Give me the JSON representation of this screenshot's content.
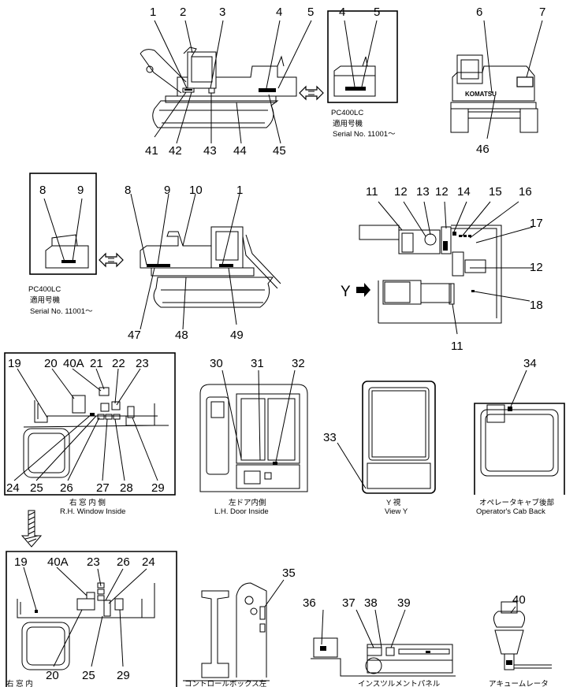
{
  "callouts": {
    "c1": "1",
    "c2": "2",
    "c3": "3",
    "c4": "4",
    "c5": "5",
    "c4b": "4",
    "c5b": "5",
    "c6": "6",
    "c7": "7",
    "c41": "41",
    "c42": "42",
    "c43": "43",
    "c44": "44",
    "c45": "45",
    "c46": "46",
    "c8": "8",
    "c9": "9",
    "c8b": "8",
    "c9b": "9",
    "c10": "10",
    "c1b": "1",
    "c47": "47",
    "c48": "48",
    "c49": "49",
    "c11": "11",
    "c12": "12",
    "c13": "13",
    "c12b": "12",
    "c14": "14",
    "c15": "15",
    "c16": "16",
    "c17": "17",
    "c12c": "12",
    "c18": "18",
    "c11b": "11",
    "c19": "19",
    "c20": "20",
    "c40a": "40A",
    "c21": "21",
    "c22": "22",
    "c23": "23",
    "c24": "24",
    "c25": "25",
    "c26": "26",
    "c27": "27",
    "c28": "28",
    "c29": "29",
    "c30": "30",
    "c31": "31",
    "c32": "32",
    "c33": "33",
    "c34": "34",
    "c19b": "19",
    "c40ab": "40A",
    "c23b": "23",
    "c26b": "26",
    "c24b": "24",
    "c20b": "20",
    "c25b": "25",
    "c29b": "29",
    "c35": "35",
    "c36": "36",
    "c37": "37",
    "c38": "38",
    "c39": "39",
    "c40": "40"
  },
  "captions": {
    "model_a": "PC400LC",
    "applic_a": "適用号機",
    "serial_a": "Serial No. 11001～",
    "model_b": "PC400LC",
    "applic_b": "適用号機",
    "serial_b": "Serial No. 11001～",
    "y_mark": "Y",
    "rh_jp": "右 窓 内 側",
    "rh_en": "R.H. Window Inside",
    "lh_jp": "左ドア内側",
    "lh_en": "L.H. Door Inside",
    "vy_jp": "Y 視",
    "vy_en": "View Y",
    "cab_jp": "オペレータキャブ後部",
    "cab_en": "Operator's Cab Back",
    "rh2_partial": "右 窓 内",
    "ctrl_partial": "コントロールボックス左",
    "inst_partial": "インスツルメントパネル",
    "accum_partial": "アキュームレータ"
  },
  "brand_text": "KOMATSU"
}
